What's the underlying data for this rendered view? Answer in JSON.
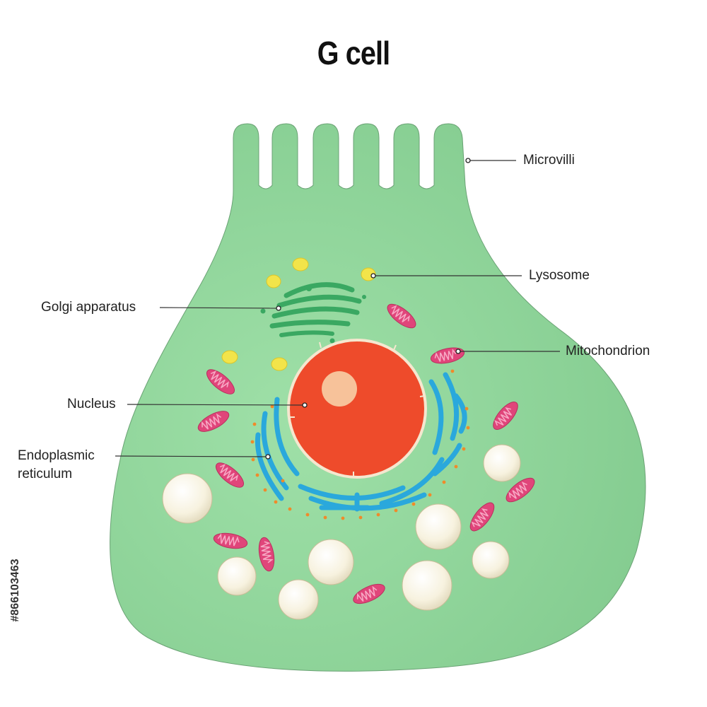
{
  "title": "G cell",
  "labels": {
    "microvilli": "Microvilli",
    "lysosome": "Lysosome",
    "golgi": "Golgi apparatus",
    "mitochondrion": "Mitochondrion",
    "nucleus": "Nucleus",
    "er_line1": "Endoplasmic",
    "er_line2": "reticulum"
  },
  "side_id": "#866103463",
  "colors": {
    "cytoplasm": "#8fd69a",
    "nucleus": "#ee4b2b",
    "nucleolus": "#f7c29a",
    "golgi": "#3aa862",
    "lysosome": "#f2e44a",
    "mitochondrion": "#e0457a",
    "er": "#2aa8dc",
    "ribosome": "#f08a2a",
    "vesicle": "#fbf7e8"
  }
}
